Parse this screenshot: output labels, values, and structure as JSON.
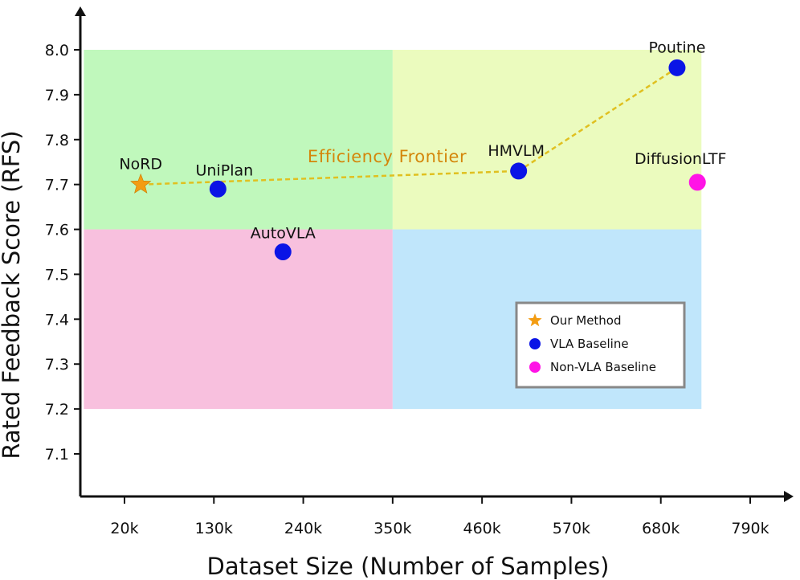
{
  "chart_data": {
    "type": "scatter",
    "title": "",
    "xlabel": "Dataset Size (Number of Samples)",
    "ylabel": "Rated Feedback Score (RFS)",
    "xlim": [
      -30,
      810
    ],
    "ylim": [
      7.0,
      8.1
    ],
    "x_ticks": [
      20,
      130,
      240,
      350,
      460,
      570,
      680,
      790
    ],
    "x_tick_labels": [
      "20k",
      "130k",
      "240k",
      "350k",
      "460k",
      "570k",
      "680k",
      "790k"
    ],
    "y_ticks": [
      7.1,
      7.2,
      7.3,
      7.4,
      7.5,
      7.6,
      7.7,
      7.8,
      7.9,
      8.0
    ],
    "y_tick_labels": [
      "7.1",
      "7.2",
      "7.3",
      "7.4",
      "7.5",
      "7.6",
      "7.7",
      "7.8",
      "7.9",
      "8.0"
    ],
    "regions": [
      {
        "x": [
          -30,
          350
        ],
        "y": [
          7.6,
          8.0
        ],
        "color": "#c0f8bc"
      },
      {
        "x": [
          350,
          730
        ],
        "y": [
          7.6,
          8.0
        ],
        "color": "#ebfbbe"
      },
      {
        "x": [
          -30,
          350
        ],
        "y": [
          7.2,
          7.6
        ],
        "color": "#f8c0de"
      },
      {
        "x": [
          350,
          730
        ],
        "y": [
          7.2,
          7.6
        ],
        "color": "#c0e6fb"
      }
    ],
    "series": [
      {
        "name": "Our Method",
        "marker": "star",
        "color": "#f39c12",
        "points": [
          {
            "label": "NoRD",
            "x": 40,
            "y": 7.7
          }
        ]
      },
      {
        "name": "VLA Baseline",
        "marker": "circle",
        "color": "#0a14e6",
        "points": [
          {
            "label": "UniPlan",
            "x": 135,
            "y": 7.69
          },
          {
            "label": "AutoVLA",
            "x": 215,
            "y": 7.55
          },
          {
            "label": "HMVLM",
            "x": 505,
            "y": 7.73
          },
          {
            "label": "Poutine",
            "x": 700,
            "y": 7.96
          }
        ]
      },
      {
        "name": "Non-VLA Baseline",
        "marker": "circle",
        "color": "#ff14e6",
        "points": [
          {
            "label": "DiffusionLTF",
            "x": 725,
            "y": 7.705
          }
        ]
      }
    ],
    "frontier": {
      "label": "Efficiency Frontier",
      "color": "#e0c020",
      "label_color": "#d4860a",
      "points": [
        [
          40,
          7.7
        ],
        [
          505,
          7.73
        ],
        [
          700,
          7.96
        ]
      ]
    },
    "legend": {
      "placement": "bottom-right",
      "entries": [
        "Our Method",
        "VLA Baseline",
        "Non-VLA Baseline"
      ]
    },
    "grid": false
  }
}
